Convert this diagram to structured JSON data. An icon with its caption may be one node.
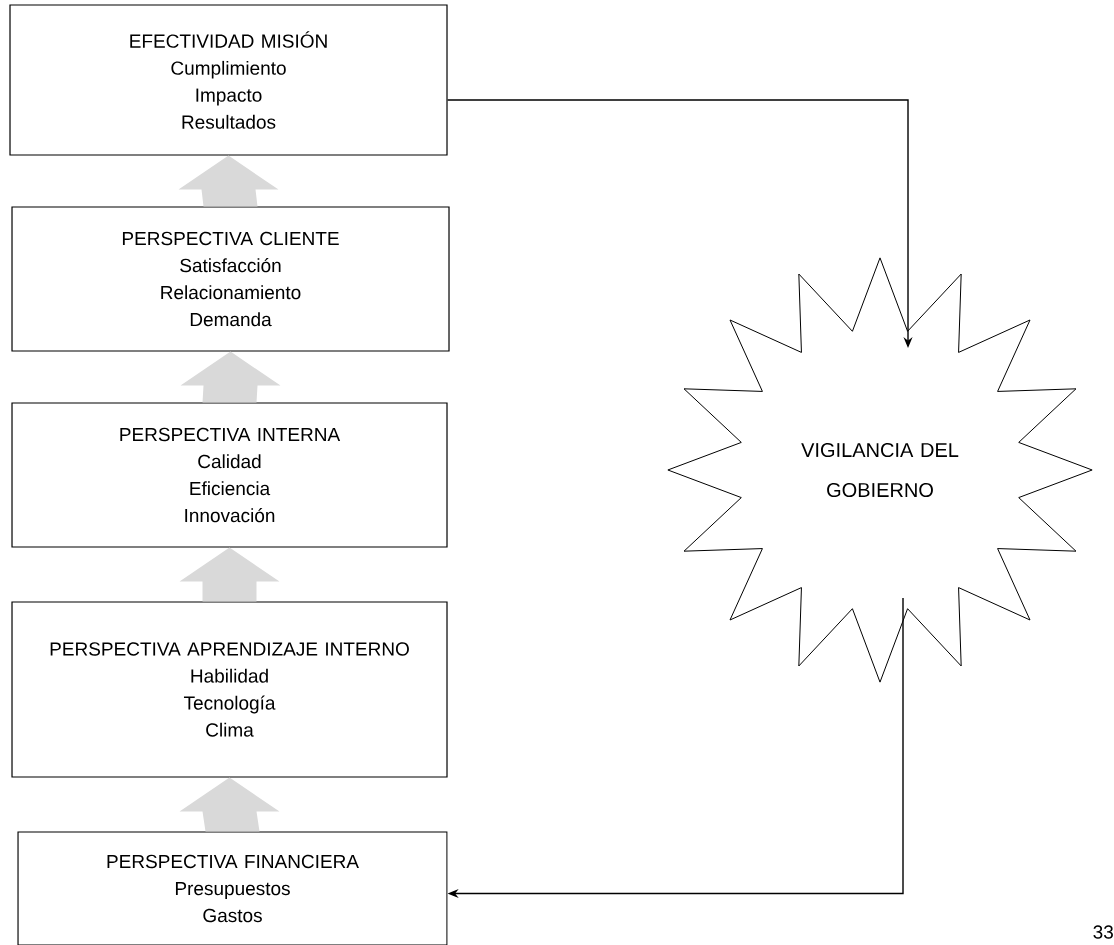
{
  "diagram": {
    "nodes": [
      {
        "text": [
          "EFECTIVIDAD MISIÓN",
          "Cumplimiento Impacto Resultados"
        ]
      },
      {
        "text": [
          "PERSPECTIVA CLIENTE",
          "Satisfacción Relacionamiento Demanda"
        ]
      },
      {
        "text": [
          "PERSPECTIVA INTERNA",
          "Calidad Eficiencia Innovación"
        ]
      },
      {
        "text": [
          "PERSPECTIVA APRENDIZAJE INTERNO",
          "Habilidad Tecnología Clima"
        ]
      },
      {
        "text": [
          "PERSPECTIVA FINANCIERA",
          "Presupuestos Gastos"
        ]
      },
      {
        "text": [
          "VIGILANCIA DEL GOBIERNO"
        ]
      }
    ],
    "edges": [
      {
        "from": 1,
        "to": 0,
        "arrow": "to",
        "style": "thick"
      },
      {
        "from": 2,
        "to": 1,
        "arrow": "to",
        "style": "thick"
      },
      {
        "from": 3,
        "to": 2,
        "arrow": "to",
        "style": "thick"
      },
      {
        "from": 4,
        "to": 3,
        "arrow": "to",
        "style": "thick"
      },
      {
        "from": 0,
        "to": 5,
        "arrow": "to",
        "color": "#000000"
      },
      {
        "from": 5,
        "to": 4,
        "arrow": "to",
        "color": "#000000"
      }
    ],
    "labels": [
      "33"
    ]
  }
}
